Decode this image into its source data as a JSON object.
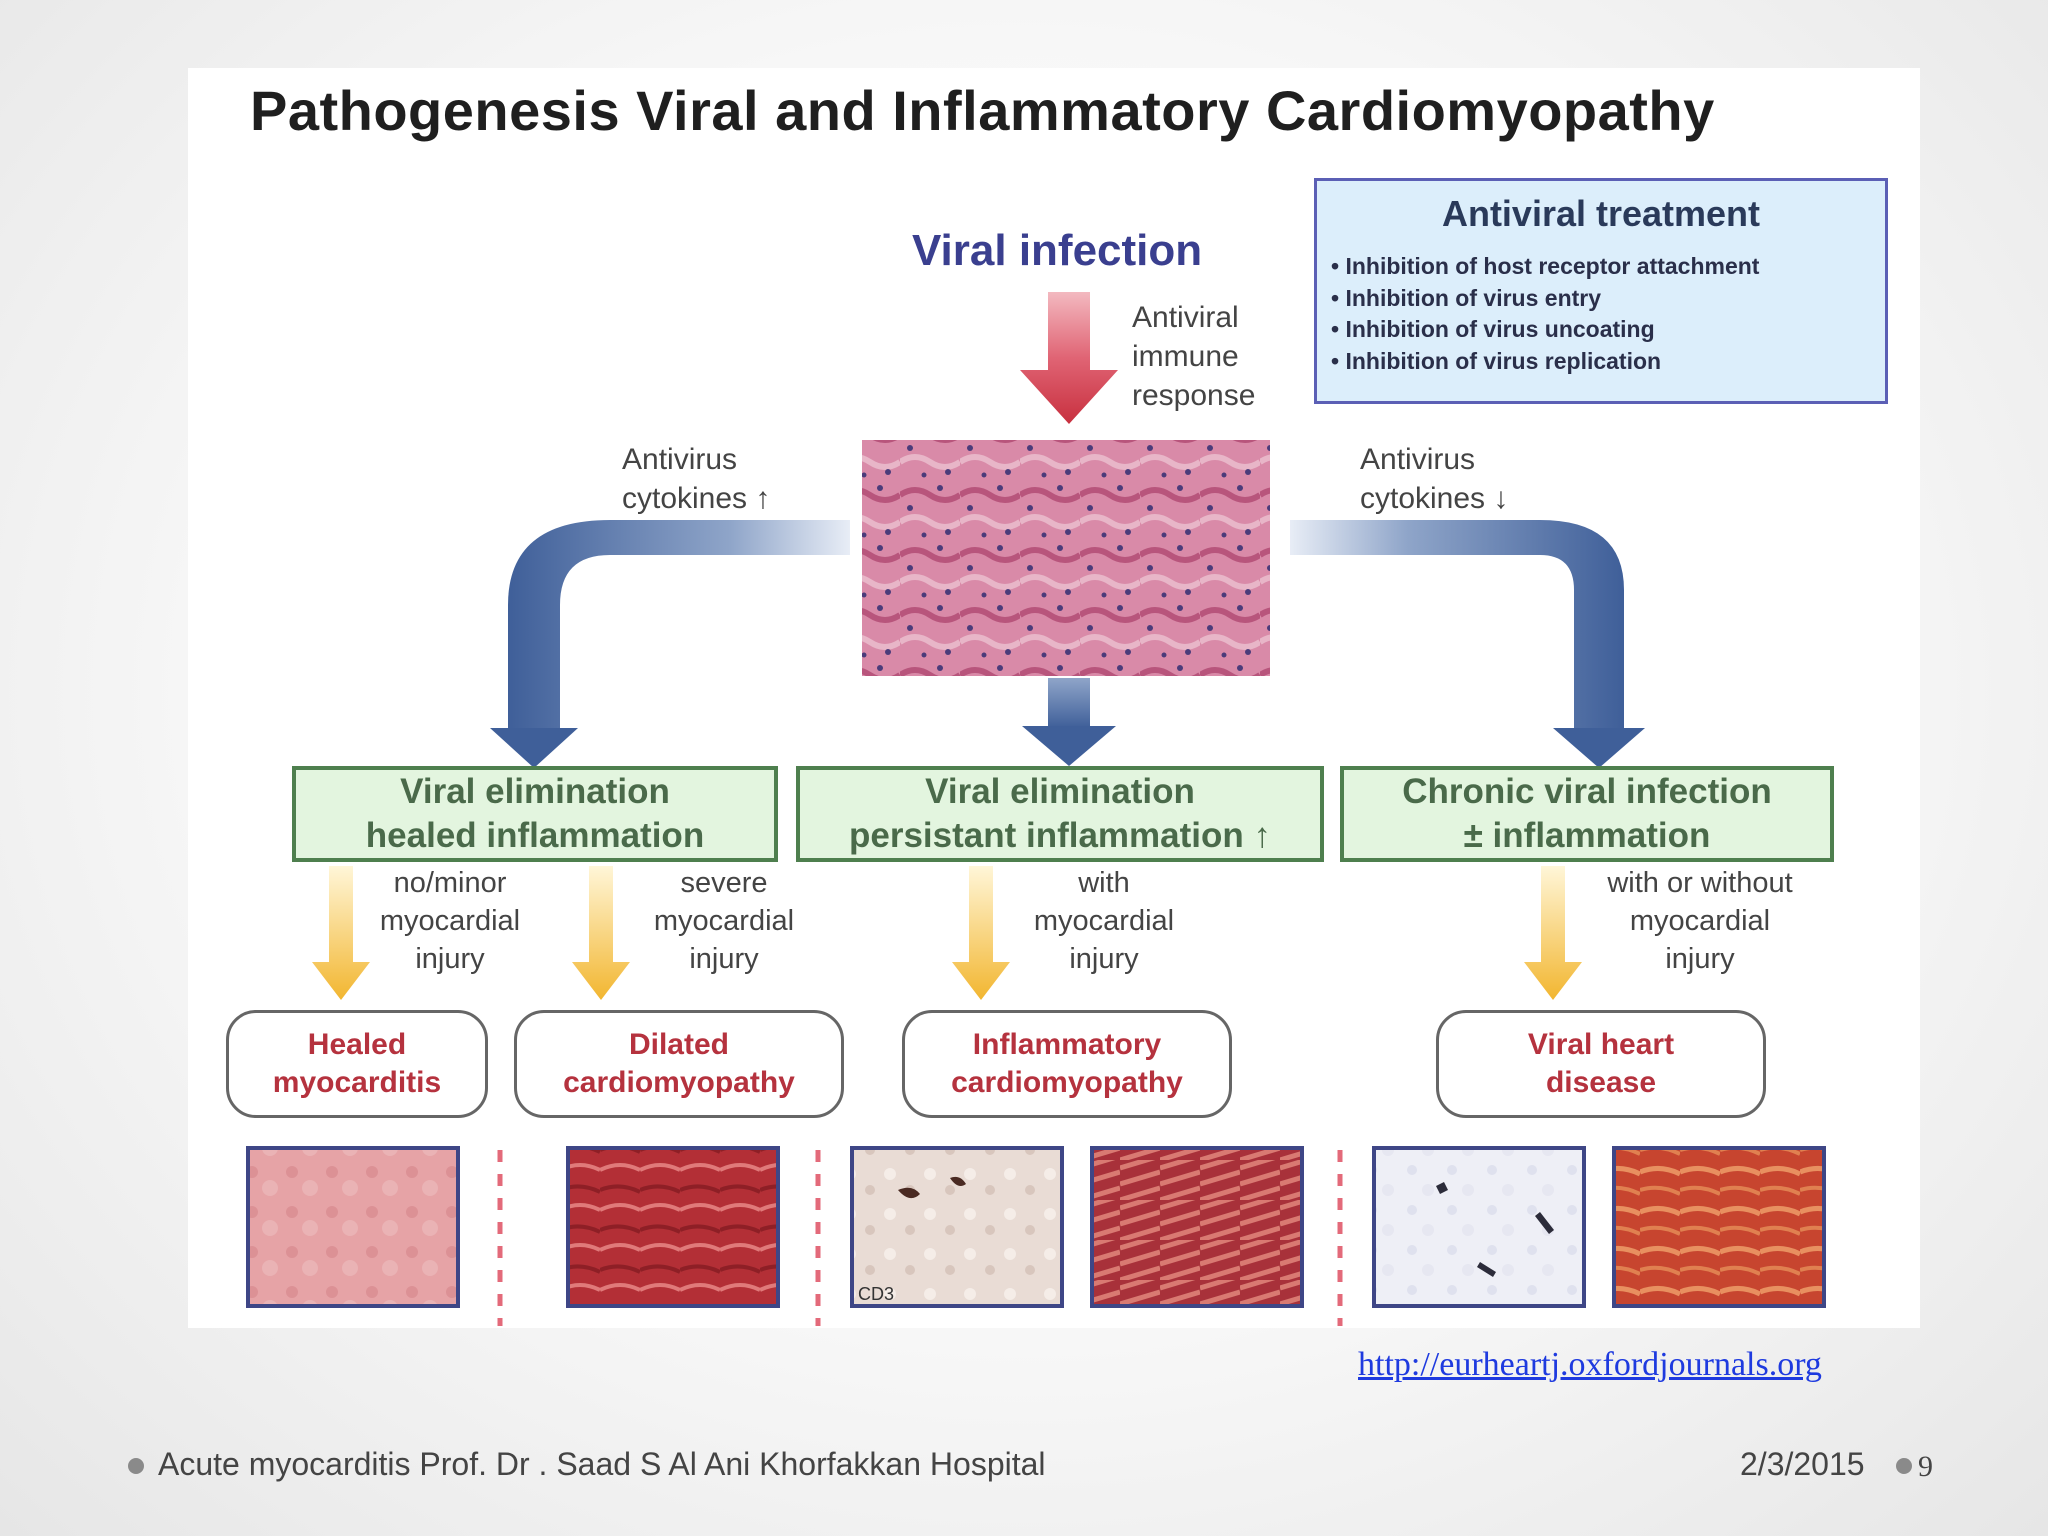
{
  "figure": {
    "title": "Pathogenesis Viral and Inflammatory Cardiomyopathy",
    "viral_infection": "Viral infection",
    "antiviral_immune_response": "Antiviral\nimmune\nresponse",
    "cytokines_up": "Antivirus\ncytokines ↑",
    "cytokines_down": "Antivirus\ncytokines ↓",
    "treatment": {
      "title": "Antiviral treatment",
      "items": [
        "Inhibition of host receptor attachment",
        "Inhibition of virus entry",
        "Inhibition of virus uncoating",
        "Inhibition of virus replication"
      ]
    },
    "stages": [
      "Viral elimination\nhealed inflammation",
      "Viral elimination\npersistant inflammation ↑",
      "Chronic viral infection\n± inflammation"
    ],
    "injury_labels": [
      "no/minor\nmyocardial\ninjury",
      "severe\nmyocardial\ninjury",
      "with\nmyocardial\ninjury",
      "with or without\nmyocardial\ninjury"
    ],
    "outcomes": [
      "Healed\nmyocarditis",
      "Dilated\ncardiomyopathy",
      "Inflammatory\ncardiomyopathy",
      "Viral heart\ndisease"
    ],
    "stain_label": "CD3"
  },
  "colors": {
    "red_arrow": "#d9475a",
    "blue_arrow": "#3f5f99",
    "yellow_arrow": "#f2b630",
    "stage_border": "#4e7f4e",
    "stage_fill": "#e3f5df",
    "outcome_text": "#b5323e",
    "treatment_fill": "#dceefb",
    "link": "#1e3adf"
  },
  "source_url": "http://eurheartj.oxfordjournals.org",
  "footer": {
    "left": "Acute myocarditis Prof. Dr . Saad S Al Ani  Khorfakkan Hospital",
    "date": "2/3/2015",
    "page": "9"
  }
}
